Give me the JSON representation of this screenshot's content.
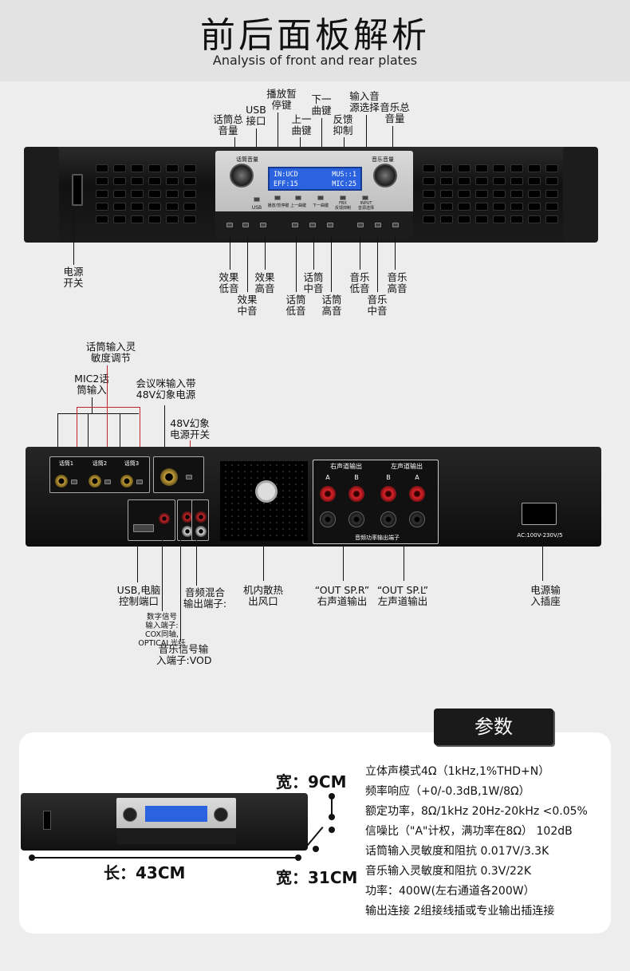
{
  "header": {
    "title": "前后面板解析",
    "subtitle": "Analysis of front and rear plates"
  },
  "front": {
    "lcd": {
      "line1_left": "IN:UCD",
      "line1_right": "MUS::1",
      "line2_left": "EFF:15",
      "line2_right": "MIC:25"
    },
    "labels_top": {
      "mic_master": "话筒总\n音量",
      "usb_port": "USB\n接口",
      "play_pause": "播放暂\n停键",
      "prev": "上一\n曲键",
      "next": "下一\n曲键",
      "feedback": "反馈\n抑制",
      "input_select": "输入音\n源选择",
      "music_master": "音乐总\n音量"
    },
    "labels_bottom": {
      "power_switch": "电源\n开关",
      "effect_bass": "效果\n低音",
      "effect_mid": "效果\n中音",
      "effect_treble": "效果\n高音",
      "mic_bass": "话筒\n低音",
      "mic_mid": "话筒\n中音",
      "mic_treble": "话筒\n高音",
      "music_bass": "音乐\n低音",
      "music_mid": "音乐\n中音",
      "music_treble": "音乐\n高音"
    },
    "panel_text": {
      "mic_knob": "话筒音量",
      "music_knob": "音乐音量",
      "usb": "USB",
      "play": "播放/暂停键",
      "prev": "上一曲键",
      "next": "下一曲键",
      "fbx": "FBX",
      "fbx_sub": "反馈抑制",
      "input": "INPUT",
      "input_sub": "音源选择"
    }
  },
  "rear": {
    "labels_top": {
      "mic_sensitivity": "话筒输入灵\n敏度调节",
      "mic2_input": "MIC2话\n筒输入",
      "conference_mic": "会议咪输入带\n48V幻象电源",
      "phantom_switch": "48V幻象\n电源开关"
    },
    "labels_bottom": {
      "usb_pc": "USB,电脑\n控制端口",
      "digital_input": "数字信号\n输入端子:\nCOX同轴,\nOPTICAL光纤",
      "music_input": "音乐信号输\n入端子:VOD",
      "audio_mix_out": "音频混合\n输出端子:",
      "internal_vent": "机内散热\n出风口",
      "out_right": "“OUT SP.R”\n右声道输出",
      "out_left": "“OUT SP.L”\n左声道输出",
      "power_socket": "电源输\n入插座"
    },
    "panel_text": {
      "mic1": "话筒1",
      "mic2": "话筒2",
      "mic3": "话筒3",
      "right_out": "右声道输出",
      "left_out": "左声道输出",
      "a": "A",
      "b": "B",
      "terminal": "音频功率输出端子",
      "ac": "AC:100V-230V/5"
    }
  },
  "params": {
    "tag": "参数",
    "width": "宽：9CM",
    "depth": "宽：31CM",
    "length": "长：43CM",
    "specs": [
      "立体声模式4Ω（1kHz,1%THD+N）",
      "频率响应（+0/-0.3dB,1W/8Ω）",
      "额定功率，8Ω/1kHz 20Hz-20kHz <0.05%",
      "信噪比（\"A\"计权，满功率在8Ω） 102dB",
      "话筒输入灵敏度和阻抗 0.017V/3.3K",
      "音乐输入灵敏度和阻抗 0.3V/22K",
      "功率：400W(左右通道各200W）",
      "输出连接 2组接线插或专业输出插连接"
    ]
  },
  "colors": {
    "lcd": "#2a62e0",
    "accent_red": "#c0262b",
    "card": "#ffffff",
    "tag": "#1a1a1a"
  }
}
